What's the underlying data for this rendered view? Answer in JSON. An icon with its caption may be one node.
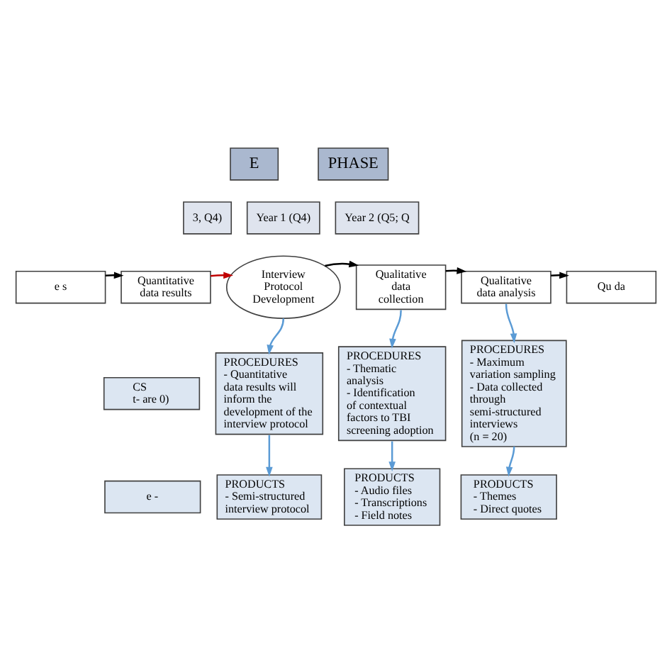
{
  "diagram": {
    "nodes": [
      {
        "text": [
          "E"
        ]
      },
      {
        "text": [
          "3, Q4)"
        ]
      },
      {
        "text": [
          "Year 1 (Q4)"
        ]
      },
      {
        "text": [
          "PHASE"
        ]
      },
      {
        "text": [
          "Year 2 (Q5; Q"
        ]
      },
      {
        "text": [
          "e s"
        ]
      },
      {
        "text": [
          "Quantitative data results"
        ]
      },
      {
        "text": [
          "Interview Protocol Development"
        ]
      },
      {
        "text": [
          "Qualitative data collection"
        ]
      },
      {
        "text": [
          "Qualitative data analysis"
        ]
      },
      {
        "text": [
          "Qu da"
        ]
      },
      {
        "text": [
          "CS",
          "t- are 0)"
        ]
      },
      {
        "text": [
          "e -"
        ]
      },
      {
        "text": [
          "PROCEDURES",
          "- Quantitative data results will inform the development of the interview protocol"
        ]
      },
      {
        "text": [
          "PROCEDURES",
          "- Thematic analysis",
          "- Identification of contextual factors to TBI screening adoption"
        ]
      },
      {
        "text": [
          "PROCEDURES",
          "- Maximum variation sampling",
          "- Data collected through semi-structured interviews",
          "(n = 20)"
        ]
      },
      {
        "text": [
          "PRODUCTS",
          "- Semi-structured interview protocol"
        ]
      },
      {
        "text": [
          "PRODUCTS",
          "- Audio files",
          "- Transcriptions",
          "- Field notes"
        ]
      },
      {
        "text": [
          "PRODUCTS",
          "- Themes",
          "- Direct quotes"
        ]
      }
    ],
    "edges": [
      {
        "from": 5,
        "to": 6,
        "arrow": "to",
        "color": "#000000"
      },
      {
        "from": 6,
        "to": 7,
        "arrow": "to",
        "color": "#c00000"
      },
      {
        "from": 7,
        "to": 8,
        "arrow": "to",
        "color": "#000000"
      },
      {
        "from": 8,
        "to": 9,
        "arrow": "to",
        "color": "#000000"
      },
      {
        "from": 9,
        "to": 10,
        "arrow": "to",
        "color": "#000000"
      },
      {
        "from": 7,
        "to": 13,
        "arrow": "to"
      },
      {
        "from": 8,
        "to": 14,
        "arrow": "to"
      },
      {
        "from": 9,
        "to": 15,
        "arrow": "to"
      },
      {
        "from": 13,
        "to": 16,
        "arrow": "to"
      },
      {
        "from": 14,
        "to": 17,
        "arrow": "to"
      },
      {
        "from": 15,
        "to": 18,
        "arrow": "to"
      }
    ]
  }
}
